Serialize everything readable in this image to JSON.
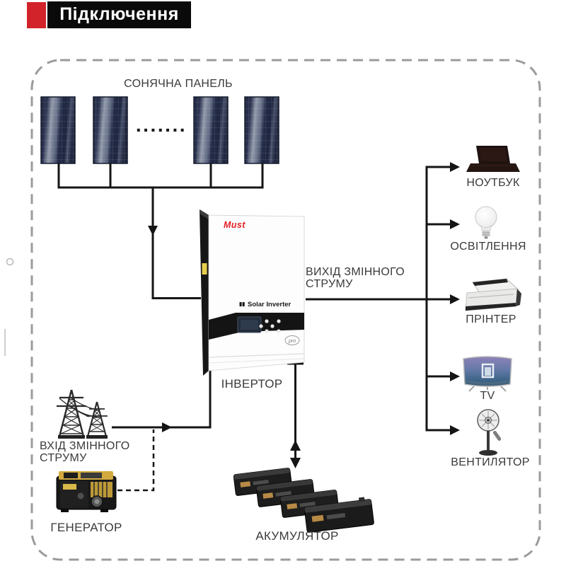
{
  "header": {
    "title": "Підключення",
    "accent_color": "#d2232a",
    "bar_color": "#0a0a0a"
  },
  "diagram": {
    "solar": {
      "label": "СОНЯЧНА ПАНЕЛЬ",
      "dots": "·······",
      "panel_count_shown": 4
    },
    "inverter": {
      "label": "ІНВЕРТОР",
      "brand": "Must",
      "brand_color": "#e11d23",
      "product": "Solar Inverter",
      "logo_glyph": "▮▮",
      "badge": "pro"
    },
    "ac_output": {
      "label_line1": "ВИХІД ЗМІННОГО",
      "label_line2": "СТРУМУ"
    },
    "ac_input": {
      "label_line1": "ВХІД ЗМІННОГО",
      "label_line2": "СТРУМУ"
    },
    "generator": {
      "label": "ГЕНЕРАТОР"
    },
    "battery": {
      "label": "АКУМУЛЯТОР"
    },
    "loads": [
      {
        "id": "laptop",
        "label": "НОУТБУК"
      },
      {
        "id": "lighting",
        "label": "ОСВІТЛЕННЯ"
      },
      {
        "id": "printer",
        "label": "ПРІНТЕР"
      },
      {
        "id": "tv",
        "label": "TV"
      },
      {
        "id": "fan",
        "label": "ВЕНТИЛЯТОР"
      }
    ],
    "line_color": "#151515",
    "border_color": "#9b9b9b"
  }
}
